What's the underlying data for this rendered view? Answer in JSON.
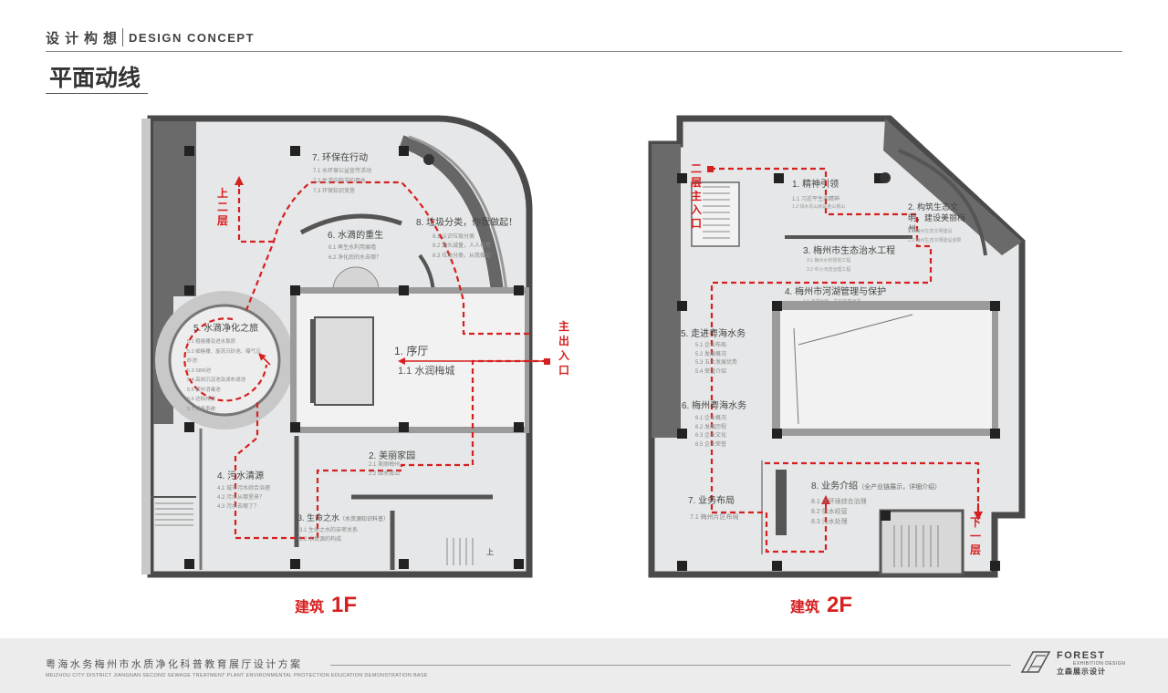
{
  "header": {
    "section_cn": "设计构想",
    "section_en": "DESIGN CONCEPT"
  },
  "page_title": "平面动线",
  "floor1": {
    "label_cn": "建筑",
    "label_floor": "1F",
    "up_stair": [
      "上",
      "二",
      "层"
    ],
    "entrance": [
      "主",
      "出",
      "入",
      "口"
    ],
    "stair_mark": "上",
    "zones": [
      {
        "title": "1. 序厅",
        "items": [
          "1.1 水润梅城"
        ]
      },
      {
        "title": "2. 美丽家园",
        "items": [
          "2.1 美丽梅州",
          "2.2 绿水青山"
        ]
      },
      {
        "title": "3. 生命之水",
        "suffix": "（水资源知识科普）",
        "items": [
          "3.1 生命之水的亲密关系",
          "3.2 水资源的构成"
        ]
      },
      {
        "title": "4. 污水清源",
        "items": [
          "4.1 城市污水综合治理",
          "4.2 污水从哪里来？",
          "4.3 污水去哪了？"
        ]
      },
      {
        "title": "5. 水滴净化之旅",
        "items": [
          "5.1 粗格栅及进水泵房",
          "5.2 细格栅、旋流沉砂池、曝气沉砂池",
          "5.3 SBR池",
          "5.4 高效沉淀池及滤布滤池",
          "5.5 紫外消毒池",
          "5.6 达标排放",
          "5.7 除臭系统"
        ]
      },
      {
        "title": "6. 水滴的重生",
        "items": [
          "6.1 再生水利用展墙",
          "6.2 净化后的水去哪？"
        ]
      },
      {
        "title": "7. 环保在行动",
        "items": [
          "7.1 水环保公益宣传活动",
          "7.2 生活中的节约用水",
          "7.3 环保知识竞答"
        ]
      },
      {
        "title": "8. 垃圾分类，你我做起！",
        "items": [
          "8.1 认识垃圾分类",
          "8.2 源头减量，人人有责",
          "8.3 垃圾分类，从我做起"
        ]
      }
    ]
  },
  "floor2": {
    "label_cn": "建筑",
    "label_floor": "2F",
    "entrance": [
      "二",
      "层",
      "主",
      "入",
      "口"
    ],
    "down_stair": [
      "下",
      "一",
      "层"
    ],
    "zones": [
      {
        "title": "1. 精神引领",
        "items": [
          "1.1 习近平生态精神",
          "1.2 绿水青山就是金山银山"
        ]
      },
      {
        "title": "2. 构筑生态文明，建设美丽梅州",
        "items": [
          "2.1 梅州生态文明建设",
          "2.2 梅州生态文明建设成果"
        ]
      },
      {
        "title": "3. 梅州市生态治水工程",
        "items": [
          "3.1 梅州水利规划工程",
          "3.2 中小河流治理工程"
        ]
      },
      {
        "title": "4. 梅州市河湖管理与保护",
        "items": [
          "4.1 河湖长制，共护美丽河湖"
        ]
      },
      {
        "title": "5. 走进粤海水务",
        "items": [
          "5.1 企业布局",
          "5.2 发展概况",
          "5.3 五大发展优势",
          "5.4 荣誉介绍"
        ]
      },
      {
        "title": "6. 梅州粤海水务",
        "items": [
          "6.1 企业概况",
          "6.2 发展历程",
          "6.3 企业文化",
          "6.5 企业荣誉"
        ]
      },
      {
        "title": "7. 业务布局",
        "items": [
          "7.1 梅州片区布局"
        ]
      },
      {
        "title": "8. 业务介绍",
        "suffix": "（全产业链展示，详细介绍）",
        "items": [
          "8.1 水环境综合治理",
          "8.2 供水经营",
          "8.3 污水处理"
        ]
      }
    ]
  },
  "footer": {
    "title_cn": "粤海水务梅州市水质净化科普教育展厅设计方案",
    "title_en": "MEIZHOU CITY DISTRICT JIANGNAN SECOND SEWAGE TREATMENT PLANT ENVIRONMENTAL PROTECTION EDUCATION DEMONSTRATION BASE",
    "brand": "FOREST",
    "brand_sub": "EXHIBITION DESIGN",
    "brand_cn": "立森展示设计"
  },
  "colors": {
    "path_red": "#d62020",
    "wall": "#555555",
    "floor": "#e6e7e8",
    "footer_bg": "#ececec"
  }
}
